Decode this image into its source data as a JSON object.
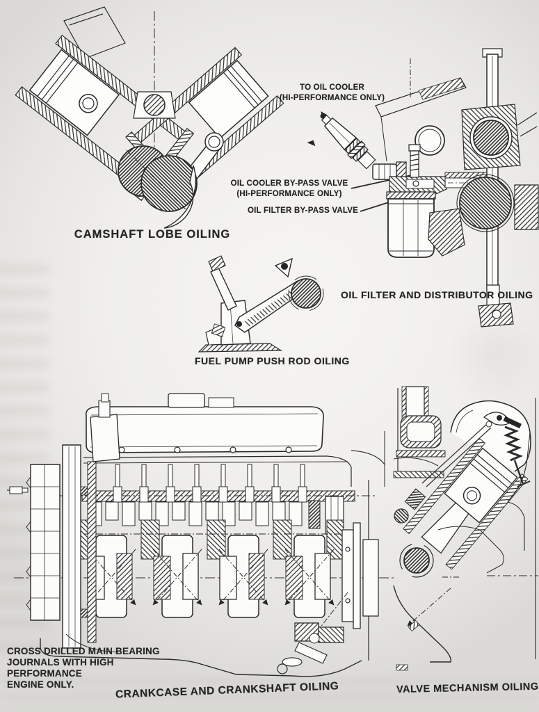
{
  "colors": {
    "ink": "#262626",
    "paper": "#e9e8e4"
  },
  "figures": {
    "camshaft_lobe": {
      "caption": "CAMSHAFT LOBE OILING"
    },
    "oil_filter_distributor": {
      "caption": "OIL FILTER AND DISTRIBUTOR OILING",
      "callouts": {
        "to_oil_cooler": [
          "TO OIL COOLER",
          "(HI-PERFORMANCE ONLY)"
        ],
        "oil_cooler_bypass": [
          "OIL COOLER BY-PASS VALVE",
          "(HI-PERFORMANCE ONLY)"
        ],
        "oil_filter_bypass": "OIL FILTER BY-PASS VALVE"
      }
    },
    "fuel_pump": {
      "caption": "FUEL PUMP PUSH ROD OILING"
    },
    "crankcase_crankshaft": {
      "caption": "CRANKCASE AND CRANKSHAFT OILING",
      "note_lines": [
        "CROSS DRILLED MAIN BEARING",
        "JOURNALS WITH HIGH PERFORMANCE",
        "ENGINE ONLY."
      ]
    },
    "valve_mechanism": {
      "caption": "VALVE MECHANISM OILING"
    }
  }
}
